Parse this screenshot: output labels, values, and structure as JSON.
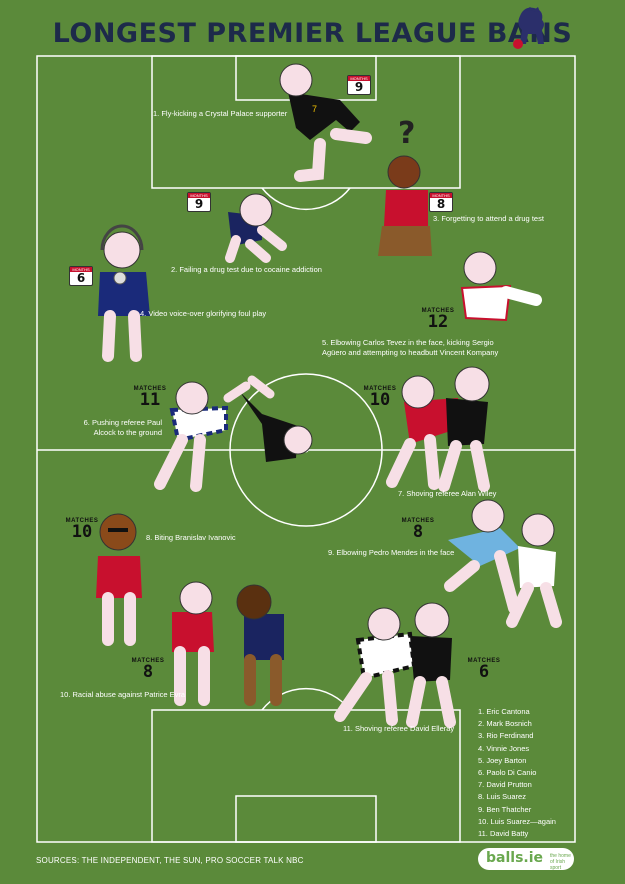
{
  "title": "LONGEST PREMIER LEAGUE BANS",
  "badges": [
    {
      "unit": "MONTHS",
      "value": "9"
    },
    {
      "unit": "MONTHS",
      "value": "9"
    },
    {
      "unit": "MONTHS",
      "value": "8"
    },
    {
      "unit": "MONTHS",
      "value": "6"
    }
  ],
  "matches": [
    {
      "unit": "MATCHES",
      "value": "12"
    },
    {
      "unit": "MATCHES",
      "value": "11"
    },
    {
      "unit": "MATCHES",
      "value": "10"
    },
    {
      "unit": "MATCHES",
      "value": "10"
    },
    {
      "unit": "MATCHES",
      "value": "8"
    },
    {
      "unit": "MATCHES",
      "value": "8"
    },
    {
      "unit": "MATCHES",
      "value": "6"
    }
  ],
  "captions": [
    "1. Fly-kicking a Crystal Palace supporter",
    "2. Failing a drug test due to cocaine addiction",
    "3. Forgetting to attend a drug test",
    "4. Video voice-over glorifying foul play",
    "5. Elbowing Carlos Tevez in the face, kicking Sergio",
    "Agüero and attempting to headbutt Vincent Kompany",
    "6. Pushing referee Paul",
    "Alcock to the ground",
    "7. Shoving referee Alan Wiley",
    "8. Biting Branislav Ivanovic",
    "9. Elbowing Pedro Mendes in the face",
    "10. Racial abuse against Patrice Evra",
    "11. Shoving referee David Elleray"
  ],
  "legend": [
    "1. Eric Cantona",
    "2. Mark Bosnich",
    "3. Rio Ferdinand",
    "4. Vinnie Jones",
    "5. Joey Barton",
    "6. Paolo Di Canio",
    "7. David Prutton",
    "8. Luis Suarez",
    "9. Ben Thatcher",
    "10. Luis Suarez—again",
    "11. David Batty"
  ],
  "question_mark": "?",
  "shirt_number": "7",
  "sources": "SOURCES: THE INDEPENDENT, THE SUN, PRO SOCCER TALK NBC",
  "brand": {
    "name": "balls.ie",
    "tagline": "the home of Irish sport"
  },
  "colors": {
    "pitch": "#5b8a3a",
    "title": "#1d2a4a",
    "badge_red": "#c8102e",
    "skin": "#f7dfe6"
  }
}
